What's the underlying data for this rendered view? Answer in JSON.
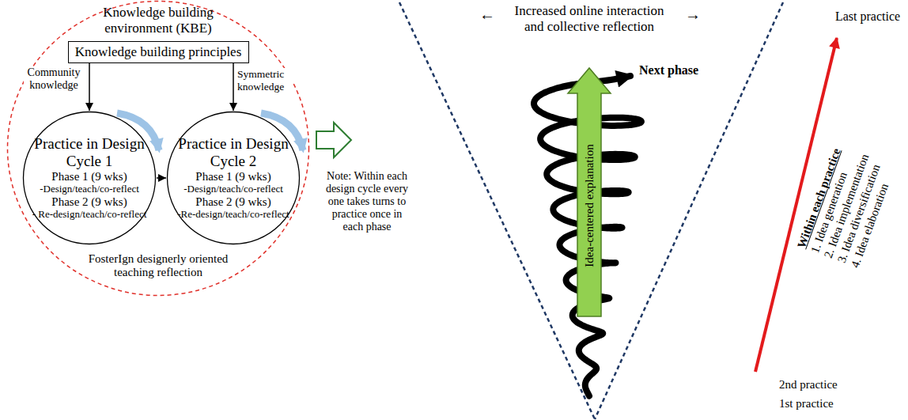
{
  "diagram": {
    "nodes": [
      {
        "text": [
          "Knowledge building environment (KBE)",
          "FosterIgn designerly oriented teaching reflection"
        ]
      },
      {
        "text": [
          "Knowledge building principles"
        ],
        "in": 0
      },
      {
        "text": [
          "Practice in Design Cycle 1",
          "Phase 1 (9 wks)",
          "-Design/teach/co-reflect",
          "Phase 2 (9 wks)",
          "- Re-design/teach/co-reflect"
        ],
        "in": 0
      },
      {
        "text": [
          "Practice in Design Cycle 2",
          "Phase 1 (9 wks)",
          "-Design/teach/co-reflect",
          "Phase 2 (9 wks)",
          "-Re-design/teach/co-reflect"
        ],
        "in": 0
      }
    ],
    "edges": [
      {
        "from": 1,
        "to": 2,
        "arrow": "to",
        "label": "Community knowledge"
      },
      {
        "from": 1,
        "to": 3,
        "arrow": "to",
        "label": "Symmetric knowledge"
      },
      {
        "from": 2,
        "to": 3,
        "arrow": "to"
      }
    ],
    "labels": [
      "Note: Within each design cycle every one takes turns to practice once in each phase",
      "←",
      "Increased online interaction and collective reflection",
      "→",
      "Next phase",
      "Idea-centered explanation",
      "Last practice",
      "Within each practice",
      "1. Idea generation",
      "2. Idea implementation",
      "3. Idea diversification",
      "4. Idea elaboration",
      "2nd practice",
      "1st practice"
    ]
  }
}
